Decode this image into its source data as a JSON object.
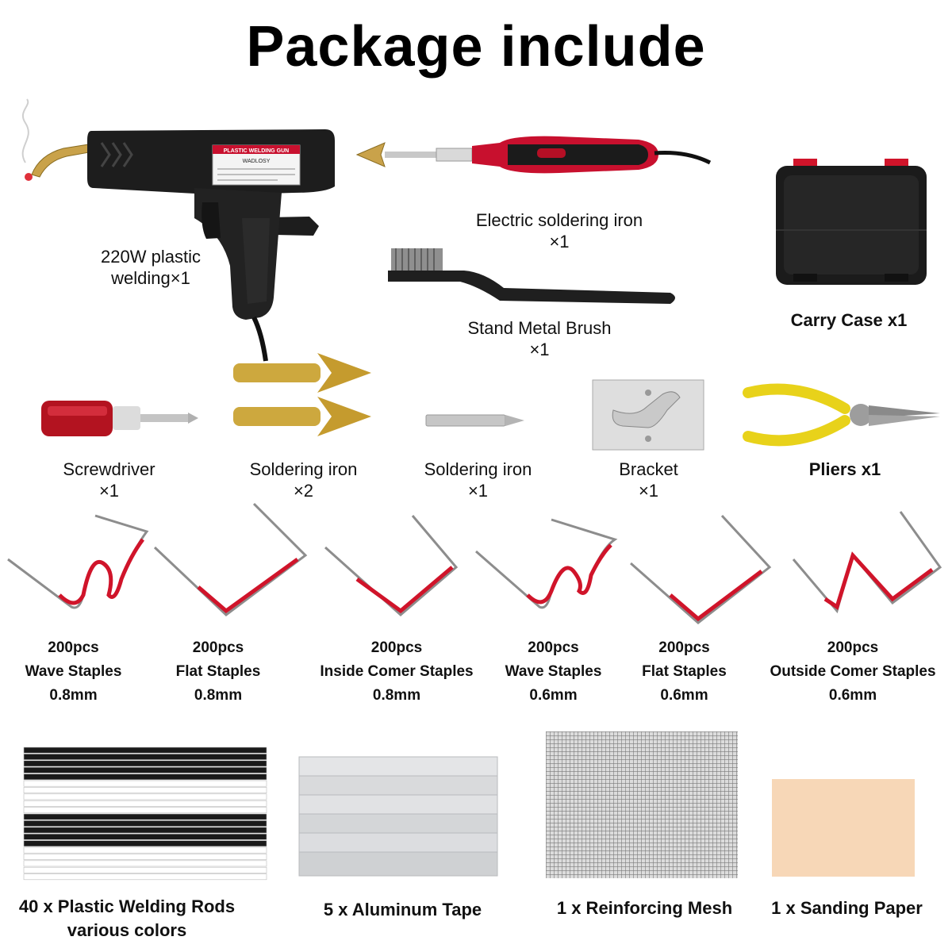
{
  "title": "Package include",
  "items": {
    "welding_gun": {
      "line1": "220W plastic",
      "line2": "welding×1",
      "gun_label": "PLASTIC WELDING GUN",
      "brand": "WADLOSY"
    },
    "soldering_iron_electric": {
      "line1": "Electric soldering iron",
      "line2": "×1"
    },
    "carry_case": {
      "line1": "Carry Case x1"
    },
    "metal_brush": {
      "line1": "Stand Metal Brush",
      "line2": "×1"
    },
    "screwdriver": {
      "line1": "Screwdriver",
      "line2": "×1"
    },
    "tips_arrow": {
      "line1": "Soldering iron",
      "line2": "×2"
    },
    "tip_pencil": {
      "line1": "Soldering iron",
      "line2": "×1"
    },
    "bracket": {
      "line1": "Bracket",
      "line2": "×1"
    },
    "pliers": {
      "line1": "Pliers x1"
    }
  },
  "staples": [
    {
      "qty": "200pcs",
      "name": "Wave Staples",
      "size": "0.8mm"
    },
    {
      "qty": "200pcs",
      "name": "Flat Staples",
      "size": "0.8mm"
    },
    {
      "qty": "200pcs",
      "name": "Inside Comer Staples",
      "size": "0.8mm"
    },
    {
      "qty": "200pcs",
      "name": "Wave Staples",
      "size": "0.6mm"
    },
    {
      "qty": "200pcs",
      "name": "Flat Staples",
      "size": "0.6mm"
    },
    {
      "qty": "200pcs",
      "name": "Outside Comer Staples",
      "size": "0.6mm"
    }
  ],
  "supplies": {
    "rods": {
      "line1": "40 x Plastic Welding Rods",
      "line2": "various colors"
    },
    "tape": {
      "line1": "5 x Aluminum Tape"
    },
    "mesh": {
      "line1": "1 x Reinforcing Mesh"
    },
    "sandpaper": {
      "line1": "1 x Sanding Paper"
    }
  },
  "colors": {
    "tool_black": "#1b1b1b",
    "tool_red": "#d0142a",
    "brass": "#c9a24a",
    "steel": "#b9b9b9",
    "pliers_yellow": "#e8d21a",
    "sandpaper": "#f7d7b7"
  }
}
